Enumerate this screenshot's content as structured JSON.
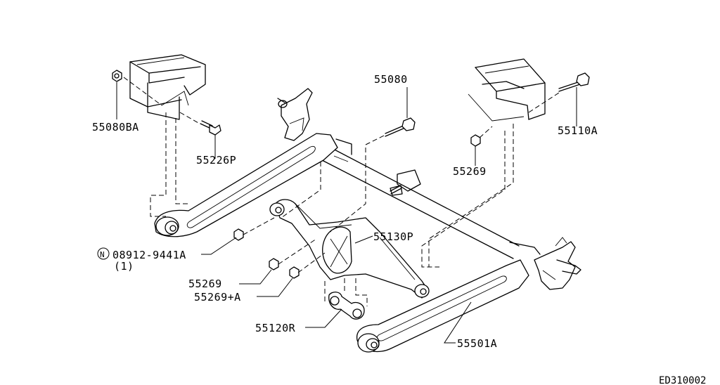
{
  "parts": [
    {
      "id": "p55080BA",
      "label": "55080BA"
    },
    {
      "id": "p55226P",
      "label": "55226P"
    },
    {
      "id": "p55080",
      "label": "55080"
    },
    {
      "id": "p55110A",
      "label": "55110A"
    },
    {
      "id": "p55269_top",
      "label": "55269"
    },
    {
      "id": "p08912",
      "label": "08912-9441A",
      "prefix": "N",
      "qty": "(1)"
    },
    {
      "id": "p55130P",
      "label": "55130P"
    },
    {
      "id": "p55269_mid",
      "label": "55269"
    },
    {
      "id": "p55269A",
      "label": "55269+A"
    },
    {
      "id": "p55120R",
      "label": "55120R"
    },
    {
      "id": "p55501A",
      "label": "55501A"
    }
  ],
  "diagram_code": "ED310002"
}
